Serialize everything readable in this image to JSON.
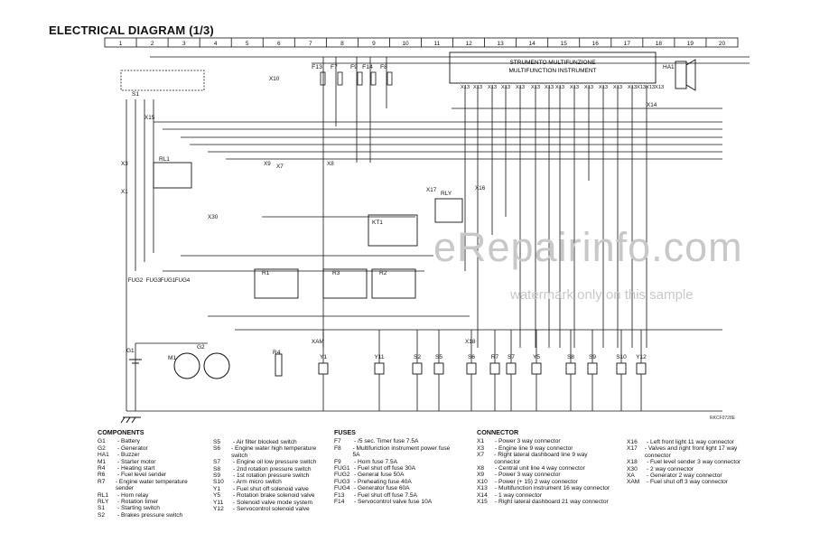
{
  "title": "ELECTRICAL DIAGRAM (1/3)",
  "columns": [
    "1",
    "2",
    "3",
    "4",
    "5",
    "6",
    "7",
    "8",
    "9",
    "10",
    "11",
    "12",
    "13",
    "14",
    "15",
    "16",
    "17",
    "18",
    "19",
    "20"
  ],
  "instrument": {
    "line1": "STRUMENTO MULTIFUNZIONE",
    "line2": "MULTIFUNCTION INSTRUMENT"
  },
  "diagram_labels": {
    "fuses_top": [
      "F13",
      "F7",
      "F9",
      "F14",
      "F8"
    ],
    "x13_row": [
      "X13",
      "X13",
      "X13",
      "X13",
      "X13",
      "X13",
      "X13",
      "X13",
      "X13",
      "X13",
      "X13",
      "X13",
      "X13",
      "X13",
      "X13",
      "X13"
    ],
    "relays": [
      "RL1",
      "R1",
      "R3",
      "R2",
      "KT1",
      "RLY"
    ],
    "bottom_components": [
      "Y1",
      "Y11",
      "S2",
      "S5",
      "S6",
      "R7",
      "S7",
      "Y5",
      "S8",
      "S9",
      "S10",
      "Y12"
    ],
    "left_components": [
      "G1",
      "M1",
      "G2",
      "R4",
      "HA1",
      "S1"
    ],
    "fug": [
      "FUG2",
      "FUG3",
      "FUG1",
      "FUG4"
    ],
    "connectors": [
      "X15",
      "X3",
      "X1",
      "X30",
      "X9",
      "X7",
      "X8",
      "X10",
      "X17",
      "X16",
      "X14",
      "X18",
      "XAM"
    ]
  },
  "watermark": "eRepairinfo.com",
  "watermark_note": "watermark only on this sample",
  "reference_code": "RKCF0728E",
  "legend": {
    "components": {
      "heading": "COMPONENTS",
      "col1": [
        {
          "code": "G1",
          "desc": "- Battery"
        },
        {
          "code": "G2",
          "desc": "- Generator"
        },
        {
          "code": "HA1",
          "desc": "- Buzzer"
        },
        {
          "code": "M1",
          "desc": "- Starter motor"
        },
        {
          "code": "R4",
          "desc": "- Heating start"
        },
        {
          "code": "R6",
          "desc": "- Fuel level sender"
        },
        {
          "code": "R7",
          "desc": "- Engine water temperature sender"
        },
        {
          "code": "RL1",
          "desc": "- Horn relay"
        },
        {
          "code": "RLY",
          "desc": "- Rotation timer"
        },
        {
          "code": "S1",
          "desc": "- Starting switch"
        },
        {
          "code": "S2",
          "desc": "- Brakes pressure switch"
        }
      ],
      "col2": [
        {
          "code": "S5",
          "desc": "- Air filter blocked switch"
        },
        {
          "code": "S6",
          "desc": "- Engine water high temperature switch"
        },
        {
          "code": "S7",
          "desc": "- Engine oil low pressure switch"
        },
        {
          "code": "S8",
          "desc": "- 2nd rotation pressure switch"
        },
        {
          "code": "S9",
          "desc": "- 1st rotation pressure switch"
        },
        {
          "code": "S10",
          "desc": "- Arm micro switch"
        },
        {
          "code": "Y1",
          "desc": "- Fuel shut off solenoid valve"
        },
        {
          "code": "Y5",
          "desc": "- Rotation brake solenoid valve"
        },
        {
          "code": "Y11",
          "desc": "- Solenoid valve mode system"
        },
        {
          "code": "Y12",
          "desc": "- Servocontrol solenoid valve"
        }
      ]
    },
    "fuses": {
      "heading": "FUSES",
      "items": [
        {
          "code": "F7",
          "desc": "- /5 sec. Timer fuse 7.5A"
        },
        {
          "code": "F8",
          "desc": "- Multifunction instrument power fuse 5A"
        },
        {
          "code": "F9",
          "desc": "- Horn fuse 7.5A"
        },
        {
          "code": "FUG1",
          "desc": "- Fuel shut off fuse 30A"
        },
        {
          "code": "FUG2",
          "desc": "- General fuse 50A"
        },
        {
          "code": "FUG3",
          "desc": "- Preheating fuse 40A"
        },
        {
          "code": "FUG4",
          "desc": "- Generator fuse 60A"
        },
        {
          "code": "F13",
          "desc": "- Fuel shut off fuse 7.5A"
        },
        {
          "code": "F14",
          "desc": "- Servocontrol valve fuse 10A"
        }
      ]
    },
    "connector": {
      "heading": "CONNECTOR",
      "col1": [
        {
          "code": "X1",
          "desc": "- Power 3 way connector"
        },
        {
          "code": "X3",
          "desc": "- Engine line 9 way connector"
        },
        {
          "code": "X7",
          "desc": "- Right lateral dashboard line 9 way connector"
        },
        {
          "code": "X8",
          "desc": "- Central unit line 4 way connector"
        },
        {
          "code": "X9",
          "desc": "- Power 3 way connector"
        },
        {
          "code": "X10",
          "desc": "- Power (+ 15) 2 way connector"
        },
        {
          "code": "X13",
          "desc": "- Multifunction instrument 16 way connector"
        },
        {
          "code": "X14",
          "desc": "- 1 way connector"
        },
        {
          "code": "X15",
          "desc": "- Right lateral dashboard 21 way connector"
        }
      ],
      "col2": [
        {
          "code": "X16",
          "desc": "- Left front light 11 way connector"
        },
        {
          "code": "X17",
          "desc": "- Valves and right front light 17 way connector"
        },
        {
          "code": "X18",
          "desc": "- Fuel level sender 3 way connector"
        },
        {
          "code": "X30",
          "desc": "- 2 way connector"
        },
        {
          "code": "XA",
          "desc": "- Generator 2 way connector"
        },
        {
          "code": "XAM",
          "desc": "- Fuel shut off 3 way connector"
        }
      ]
    }
  }
}
